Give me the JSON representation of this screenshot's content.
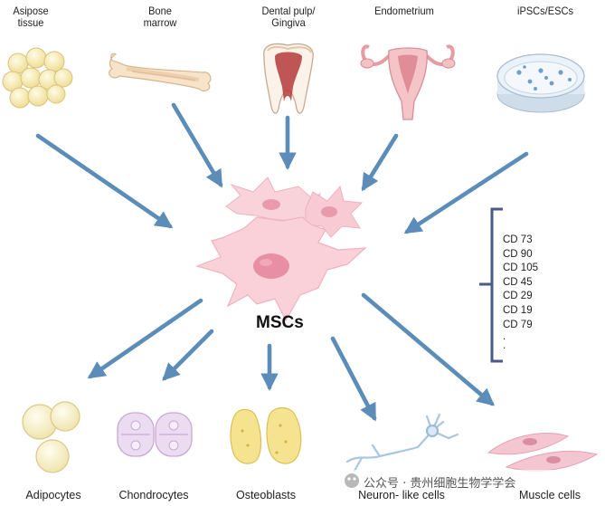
{
  "sources": [
    {
      "label": "Asipose\ntissue"
    },
    {
      "label": "Bone\nmarrow"
    },
    {
      "label": "Dental pulp/\nGingiva"
    },
    {
      "label": "Endometrium"
    },
    {
      "label": "iPSCs/ESCs"
    }
  ],
  "center": {
    "label": "MSCs"
  },
  "markers": [
    "CD 73",
    "CD 90",
    "CD 105",
    "CD 45",
    "CD 29",
    "CD 19",
    "CD 79",
    ".",
    "."
  ],
  "outputs": [
    {
      "label": "Adipocytes"
    },
    {
      "label": "Chondrocytes"
    },
    {
      "label": "Osteoblasts"
    },
    {
      "label": "Neuron- like cells"
    },
    {
      "label": "Muscle cells"
    }
  ],
  "watermark": {
    "text": "公众号 · 贵州细胞生物学学会"
  },
  "colors": {
    "arrow": "#5b8db8",
    "msc_fill": "#f7c6cf",
    "msc_nucleus": "#e58ea2",
    "bracket": "#4b5a86",
    "fat": "#f6e7a6",
    "bone": "#f4d9b8",
    "uterus": "#f0b4b8",
    "dish": "#dfeaf4",
    "cartilage": "#e8d8ef",
    "osteo": "#f3e08a",
    "neuron": "#dbe9f6",
    "muscle": "#f3c6d1"
  }
}
